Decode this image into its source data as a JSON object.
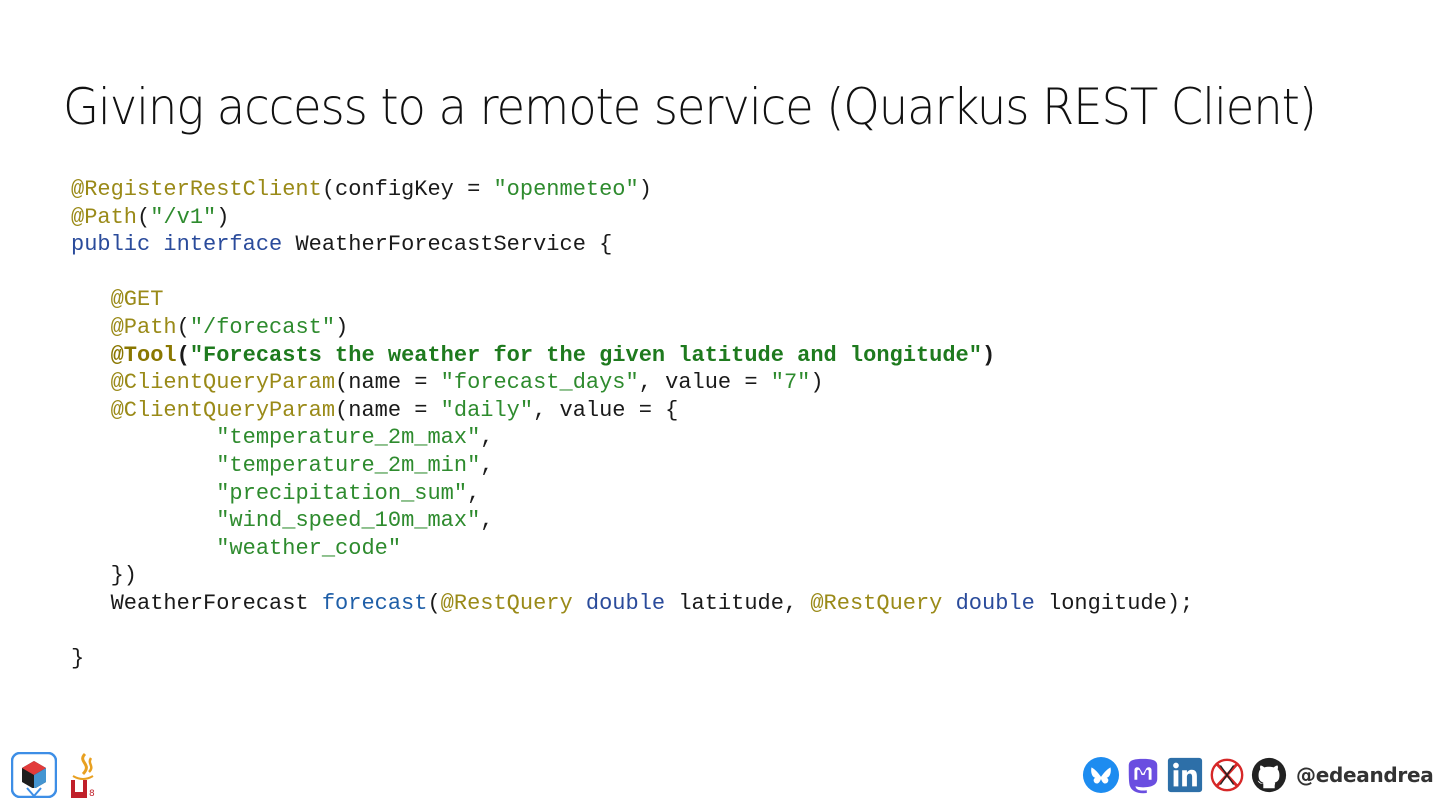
{
  "slide": {
    "title": "Giving access to a remote service (Quarkus REST Client)"
  },
  "code": {
    "lines": [
      [
        {
          "t": "@RegisterRestClient",
          "c": "annotation"
        },
        {
          "t": "(configKey = ",
          "c": "plain"
        },
        {
          "t": "\"openmeteo\"",
          "c": "string"
        },
        {
          "t": ")",
          "c": "plain"
        }
      ],
      [
        {
          "t": "@Path",
          "c": "annotation"
        },
        {
          "t": "(",
          "c": "plain"
        },
        {
          "t": "\"/v1\"",
          "c": "string"
        },
        {
          "t": ")",
          "c": "plain"
        }
      ],
      [
        {
          "t": "public",
          "c": "keyword"
        },
        {
          "t": " ",
          "c": "plain"
        },
        {
          "t": "interface",
          "c": "keyword"
        },
        {
          "t": " WeatherForecastService {",
          "c": "plain"
        }
      ],
      [],
      [
        {
          "t": "   ",
          "c": "plain"
        },
        {
          "t": "@GET",
          "c": "annotation"
        }
      ],
      [
        {
          "t": "   ",
          "c": "plain"
        },
        {
          "t": "@Path",
          "c": "annotation"
        },
        {
          "t": "(",
          "c": "plain"
        },
        {
          "t": "\"/forecast\"",
          "c": "string"
        },
        {
          "t": ")",
          "c": "plain"
        }
      ],
      [
        {
          "t": "   ",
          "c": "plain"
        },
        {
          "t": "@Tool",
          "c": "annotation",
          "b": true
        },
        {
          "t": "(",
          "c": "plain",
          "b": true
        },
        {
          "t": "\"Forecasts the weather for the given latitude and longitude\"",
          "c": "string",
          "b": true
        },
        {
          "t": ")",
          "c": "plain",
          "b": true
        }
      ],
      [
        {
          "t": "   ",
          "c": "plain"
        },
        {
          "t": "@ClientQueryParam",
          "c": "annotation"
        },
        {
          "t": "(name = ",
          "c": "plain"
        },
        {
          "t": "\"forecast_days\"",
          "c": "string"
        },
        {
          "t": ", value = ",
          "c": "plain"
        },
        {
          "t": "\"7\"",
          "c": "string"
        },
        {
          "t": ")",
          "c": "plain"
        }
      ],
      [
        {
          "t": "   ",
          "c": "plain"
        },
        {
          "t": "@ClientQueryParam",
          "c": "annotation"
        },
        {
          "t": "(name = ",
          "c": "plain"
        },
        {
          "t": "\"daily\"",
          "c": "string"
        },
        {
          "t": ", value = {",
          "c": "plain"
        }
      ],
      [
        {
          "t": "           ",
          "c": "plain"
        },
        {
          "t": "\"temperature_2m_max\"",
          "c": "string"
        },
        {
          "t": ",",
          "c": "plain"
        }
      ],
      [
        {
          "t": "           ",
          "c": "plain"
        },
        {
          "t": "\"temperature_2m_min\"",
          "c": "string"
        },
        {
          "t": ",",
          "c": "plain"
        }
      ],
      [
        {
          "t": "           ",
          "c": "plain"
        },
        {
          "t": "\"precipitation_sum\"",
          "c": "string"
        },
        {
          "t": ",",
          "c": "plain"
        }
      ],
      [
        {
          "t": "           ",
          "c": "plain"
        },
        {
          "t": "\"wind_speed_10m_max\"",
          "c": "string"
        },
        {
          "t": ",",
          "c": "plain"
        }
      ],
      [
        {
          "t": "           ",
          "c": "plain"
        },
        {
          "t": "\"weather_code\"",
          "c": "string"
        }
      ],
      [
        {
          "t": "   })",
          "c": "plain"
        }
      ],
      [
        {
          "t": "   WeatherForecast ",
          "c": "plain"
        },
        {
          "t": "forecast",
          "c": "method"
        },
        {
          "t": "(",
          "c": "plain"
        },
        {
          "t": "@RestQuery",
          "c": "annotation"
        },
        {
          "t": " ",
          "c": "plain"
        },
        {
          "t": "double",
          "c": "keyword"
        },
        {
          "t": " latitude, ",
          "c": "plain"
        },
        {
          "t": "@RestQuery",
          "c": "annotation"
        },
        {
          "t": " ",
          "c": "plain"
        },
        {
          "t": "double",
          "c": "keyword"
        },
        {
          "t": " longitude);",
          "c": "plain"
        }
      ],
      [],
      [
        {
          "t": "}",
          "c": "plain"
        }
      ]
    ]
  },
  "footer": {
    "left_logos": [
      "quarkus-logo",
      "java-logo"
    ],
    "social_icons": [
      "bluesky-icon",
      "mastodon-icon",
      "linkedin-icon",
      "x-icon",
      "github-icon"
    ],
    "handle": "@edeandrea"
  },
  "colors": {
    "annotation": "#9a8a18",
    "string": "#2e8b2e",
    "keyword": "#2a4b9b",
    "bluesky": "#1d8cf0",
    "mastodon": "#6a4ee0",
    "linkedin": "#2d6fa8",
    "x_cross": "#d62828",
    "github": "#222222"
  }
}
